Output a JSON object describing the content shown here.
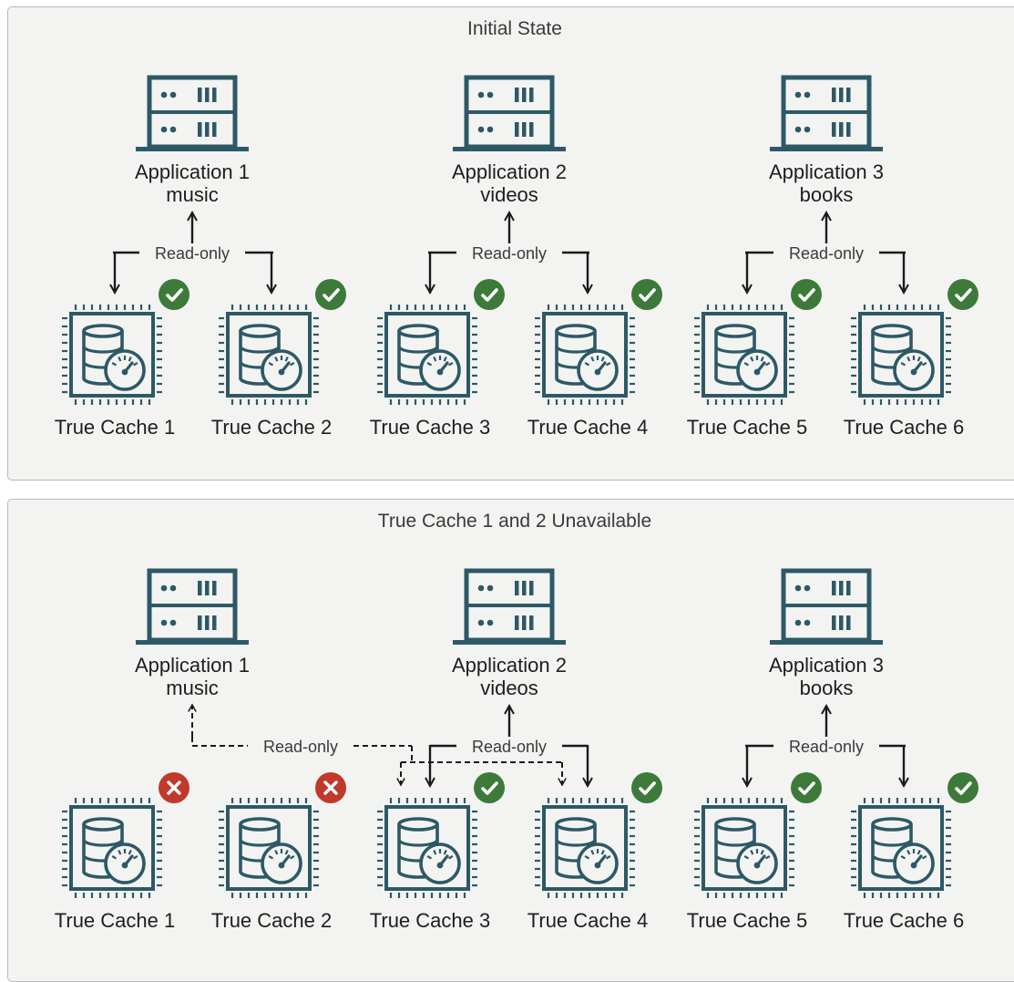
{
  "colors": {
    "panel_bg": "#f3f3f1",
    "icon_teal": "#2d5967",
    "ok_green": "#3d7a3a",
    "error_red": "#c0392b",
    "arrow": "#1a1a1a"
  },
  "panels": [
    {
      "title": "Initial State",
      "applications": [
        {
          "name": "Application 1",
          "subtitle": "music",
          "icon": "server-icon"
        },
        {
          "name": "Application 2",
          "subtitle": "videos",
          "icon": "server-icon"
        },
        {
          "name": "Application 3",
          "subtitle": "books",
          "icon": "server-icon"
        }
      ],
      "read_only_labels": [
        "Read-only",
        "Read-only",
        "Read-only"
      ],
      "caches": [
        {
          "label": "True Cache 1",
          "status": "available",
          "icon": "database-chip-icon"
        },
        {
          "label": "True Cache 2",
          "status": "available",
          "icon": "database-chip-icon"
        },
        {
          "label": "True Cache 3",
          "status": "available",
          "icon": "database-chip-icon"
        },
        {
          "label": "True Cache 4",
          "status": "available",
          "icon": "database-chip-icon"
        },
        {
          "label": "True Cache 5",
          "status": "available",
          "icon": "database-chip-icon"
        },
        {
          "label": "True Cache 6",
          "status": "available",
          "icon": "database-chip-icon"
        }
      ]
    },
    {
      "title": "True Cache 1 and 2 Unavailable",
      "applications": [
        {
          "name": "Application 1",
          "subtitle": "music",
          "icon": "server-icon"
        },
        {
          "name": "Application 2",
          "subtitle": "videos",
          "icon": "server-icon"
        },
        {
          "name": "Application 3",
          "subtitle": "books",
          "icon": "server-icon"
        }
      ],
      "read_only_labels": [
        "Read-only",
        "Read-only",
        "Read-only"
      ],
      "caches": [
        {
          "label": "True Cache 1",
          "status": "unavailable",
          "icon": "database-chip-icon"
        },
        {
          "label": "True Cache 2",
          "status": "unavailable",
          "icon": "database-chip-icon"
        },
        {
          "label": "True Cache 3",
          "status": "available",
          "icon": "database-chip-icon"
        },
        {
          "label": "True Cache 4",
          "status": "available",
          "icon": "database-chip-icon"
        },
        {
          "label": "True Cache 5",
          "status": "available",
          "icon": "database-chip-icon"
        },
        {
          "label": "True Cache 6",
          "status": "available",
          "icon": "database-chip-icon"
        }
      ]
    }
  ]
}
